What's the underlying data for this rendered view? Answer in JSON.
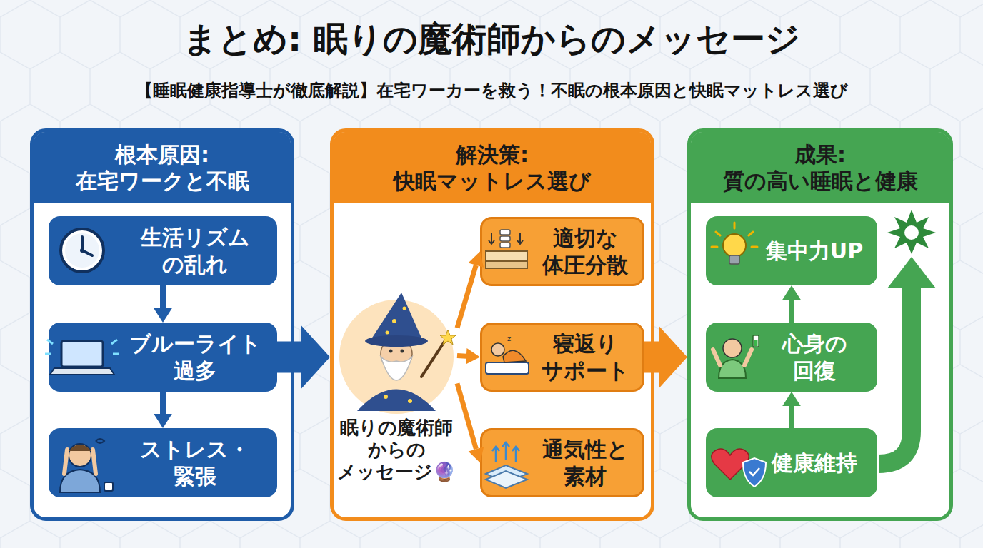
{
  "diagram": {
    "title": "まとめ: 眠りの魔術師からのメッセージ",
    "nodes": [
      {
        "text": [
          "根本原因: 在宅ワークと不眠"
        ]
      },
      {
        "text": [
          "生活リズム の乱れ"
        ],
        "in": 0
      },
      {
        "text": [
          "ブルーライト 過多"
        ],
        "in": 0
      },
      {
        "text": [
          "ストレス・ 緊張"
        ],
        "in": 0
      },
      {
        "text": [
          "解決策: 快眠マットレス選び"
        ]
      },
      {
        "text": [
          "眠りの魔術師 からの メッセージ🔮"
        ],
        "in": 4
      },
      {
        "text": [
          "適切な 体圧分散"
        ],
        "in": 4
      },
      {
        "text": [
          "寝返り サポート"
        ],
        "in": 4
      },
      {
        "text": [
          "通気性と 素材"
        ],
        "in": 4
      },
      {
        "text": [
          "成果: 質の高い睡眠と健康"
        ]
      },
      {
        "text": [
          "集中力UP"
        ],
        "in": 9
      },
      {
        "text": [
          "心身の 回復"
        ],
        "in": 9
      },
      {
        "text": [
          "健康維持"
        ],
        "in": 9
      }
    ],
    "edges": [
      {
        "from": 1,
        "to": 2,
        "arrow": "to"
      },
      {
        "from": 2,
        "to": 3,
        "arrow": "to"
      },
      {
        "from": 2,
        "to": 4,
        "arrow": "to"
      },
      {
        "from": 5,
        "to": 6,
        "arrow": "to"
      },
      {
        "from": 5,
        "to": 7,
        "arrow": "to"
      },
      {
        "from": 5,
        "to": 8,
        "arrow": "to"
      },
      {
        "from": 7,
        "to": 9,
        "arrow": "to"
      },
      {
        "from": 12,
        "to": 11,
        "arrow": "to"
      },
      {
        "from": 11,
        "to": 10,
        "arrow": "to"
      }
    ],
    "labels": [
      "【睡眠健康指導士が徹底解説】在宅ワーカーを救う！不眠の根本原因と快眠マットレス選び"
    ]
  }
}
